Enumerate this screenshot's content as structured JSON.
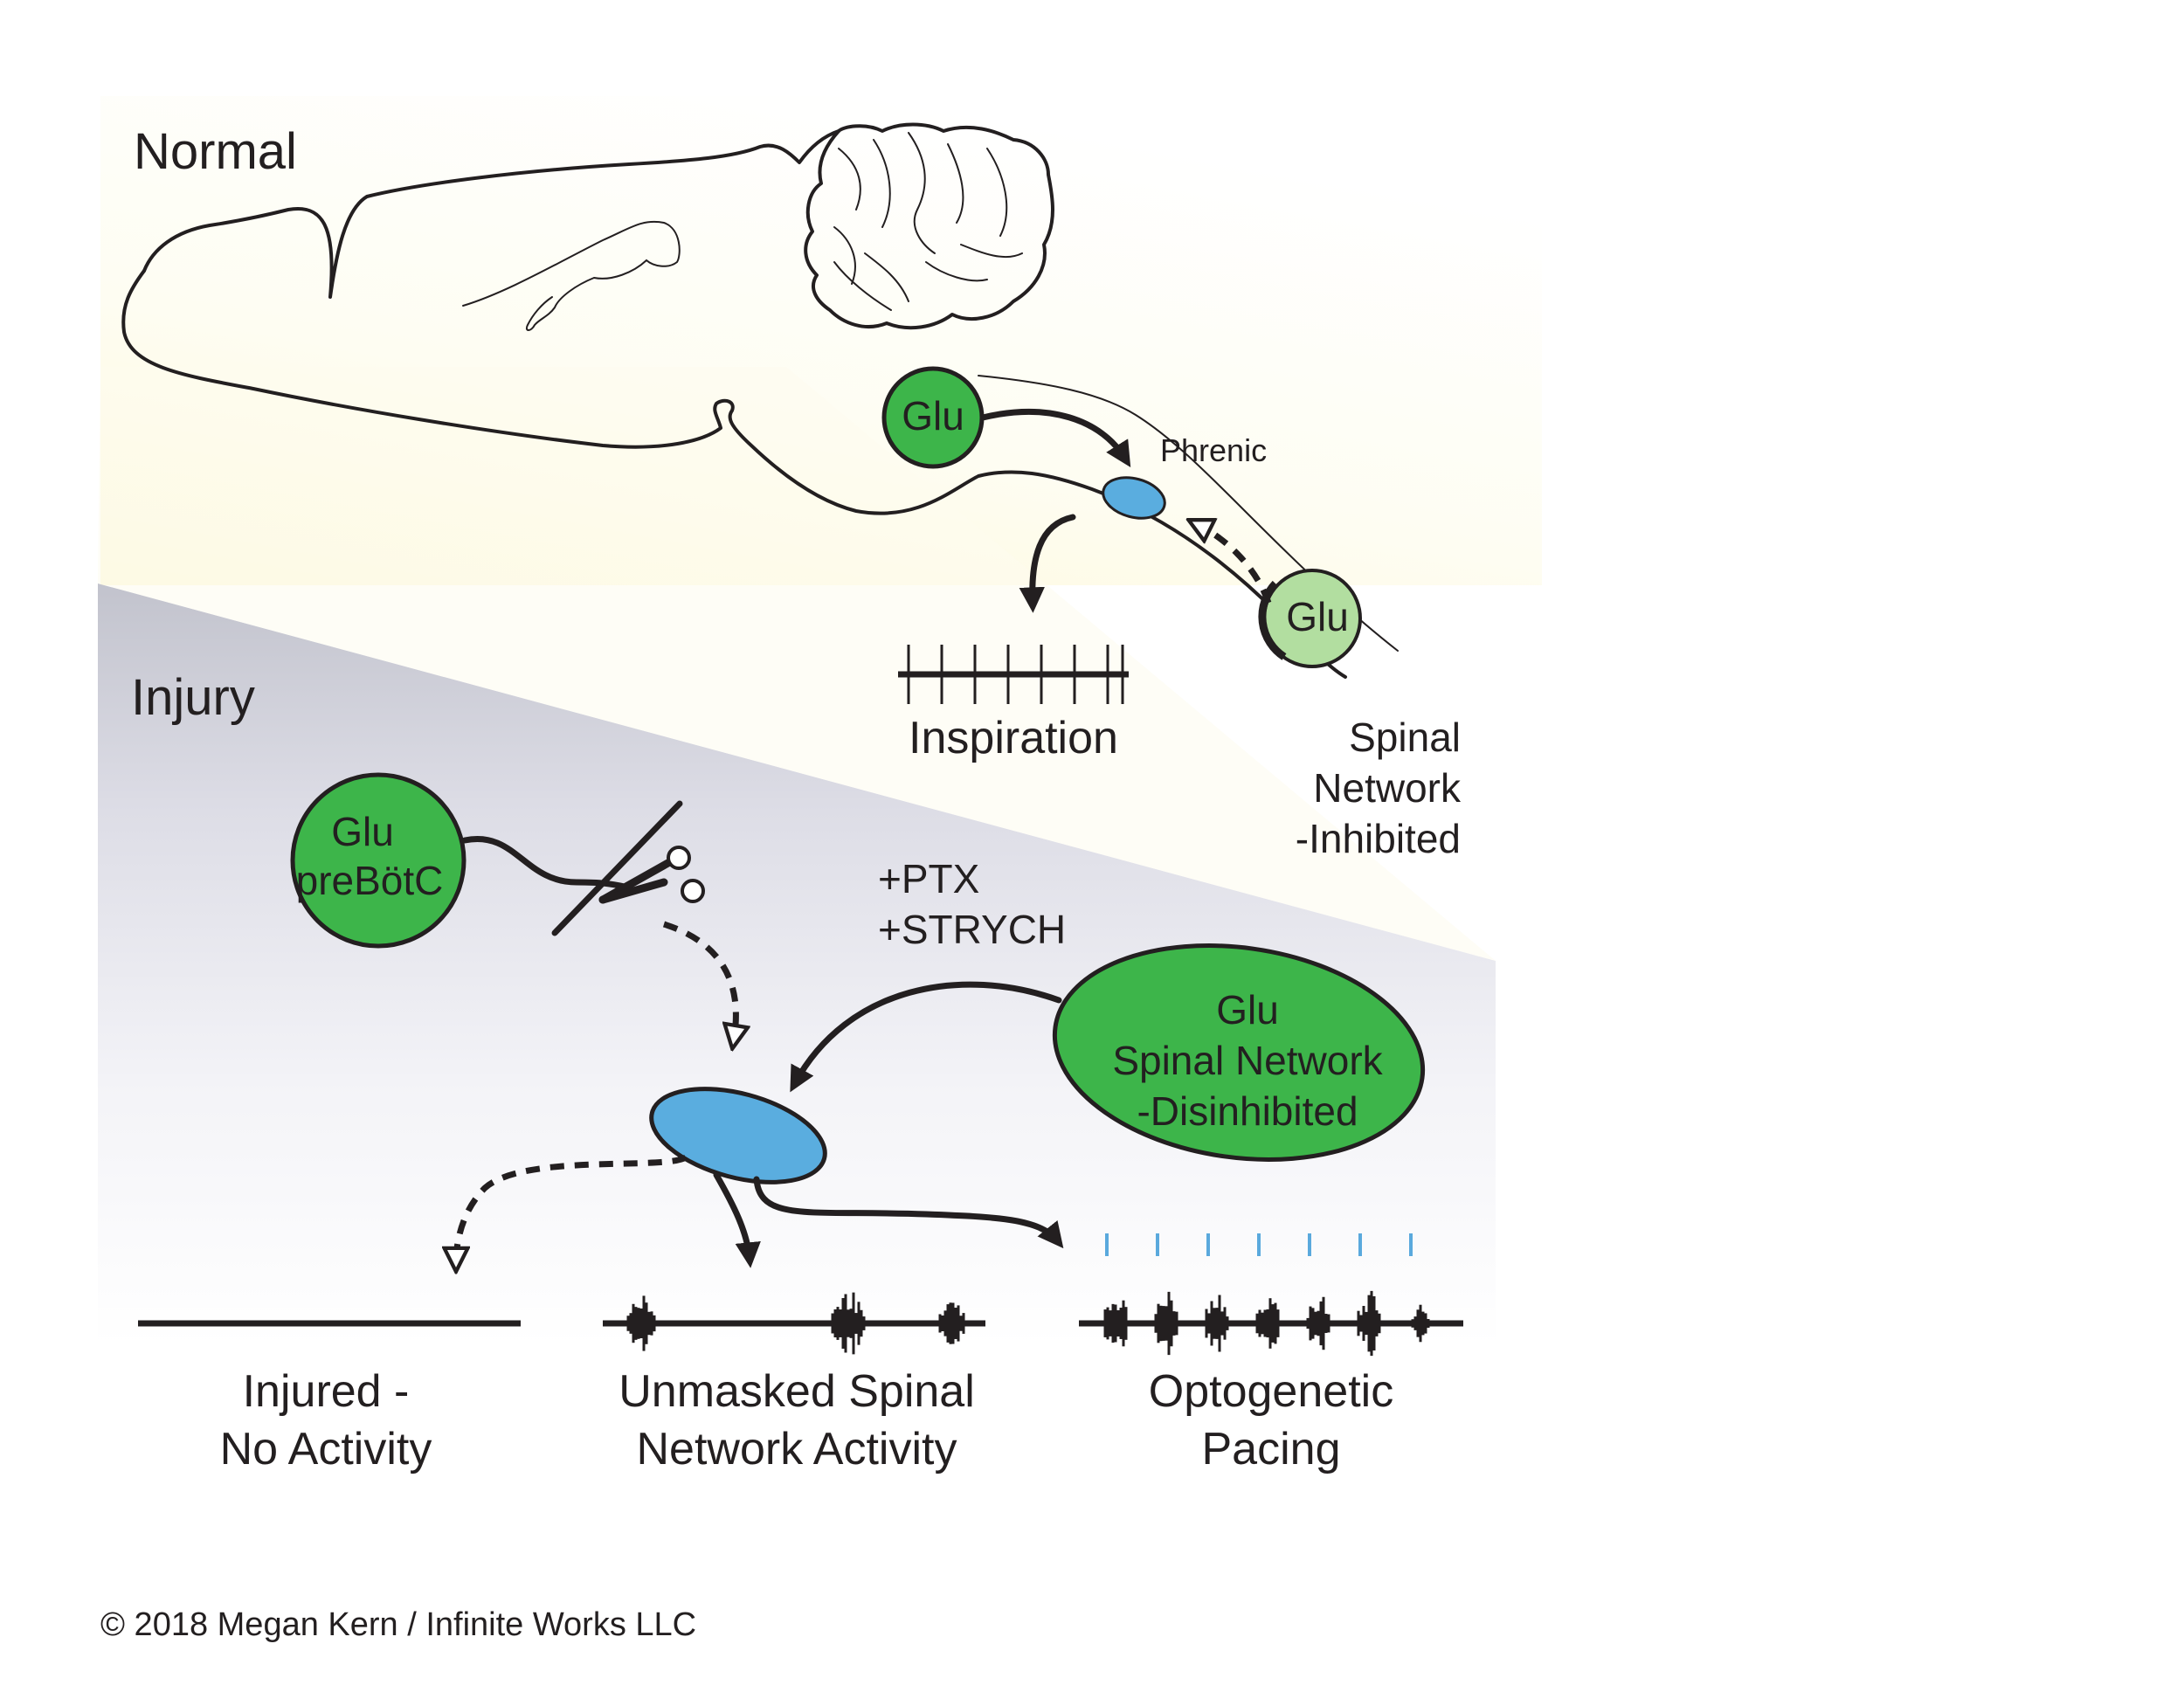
{
  "sections": {
    "normal_title": "Normal",
    "injury_title": "Injury"
  },
  "normal": {
    "glu_top_label": "Glu",
    "phrenic_label": "Phrenic",
    "glu_spinal_label": "Glu",
    "inspiration_label": "Inspiration",
    "spinal_network_lines": [
      "Spinal",
      "Network",
      "-Inhibited"
    ]
  },
  "injury": {
    "prebotc_lines": [
      "Glu",
      "preBötC"
    ],
    "drugs_lines": [
      "+PTX",
      "+STRYCH"
    ],
    "disinhibited_lines": [
      "Glu",
      "Spinal Network",
      "-Disinhibited"
    ],
    "outcomes": [
      {
        "lines": [
          "Injured -",
          "No Activity"
        ]
      },
      {
        "lines": [
          "Unmasked Spinal",
          "Network Activity"
        ]
      },
      {
        "lines": [
          "Optogenetic",
          "Pacing"
        ]
      }
    ]
  },
  "copyright": "© 2018 Megan Kern / Infinite Works LLC",
  "colors": {
    "glu_green": "#3db54a",
    "glu_light_green": "#b2dea0",
    "motor_blue": "#5aaddf",
    "ink": "#231f20",
    "light_pulse": "#5aa9dd"
  }
}
